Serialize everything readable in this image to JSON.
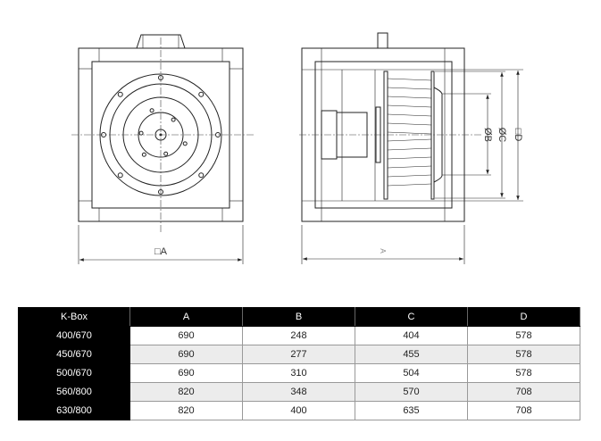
{
  "drawing": {
    "dim_a_label": "□A",
    "dim_a_side_label": "A",
    "dim_b_label": "ØB",
    "dim_c_label": "ØC",
    "dim_d_label": "□D"
  },
  "table": {
    "headers": [
      "K-Box",
      "A",
      "B",
      "C",
      "D"
    ],
    "rows": [
      [
        "400/670",
        "690",
        "248",
        "404",
        "578"
      ],
      [
        "450/670",
        "690",
        "277",
        "455",
        "578"
      ],
      [
        "500/670",
        "690",
        "310",
        "504",
        "578"
      ],
      [
        "560/800",
        "820",
        "348",
        "570",
        "708"
      ],
      [
        "630/800",
        "820",
        "400",
        "635",
        "708"
      ]
    ]
  }
}
